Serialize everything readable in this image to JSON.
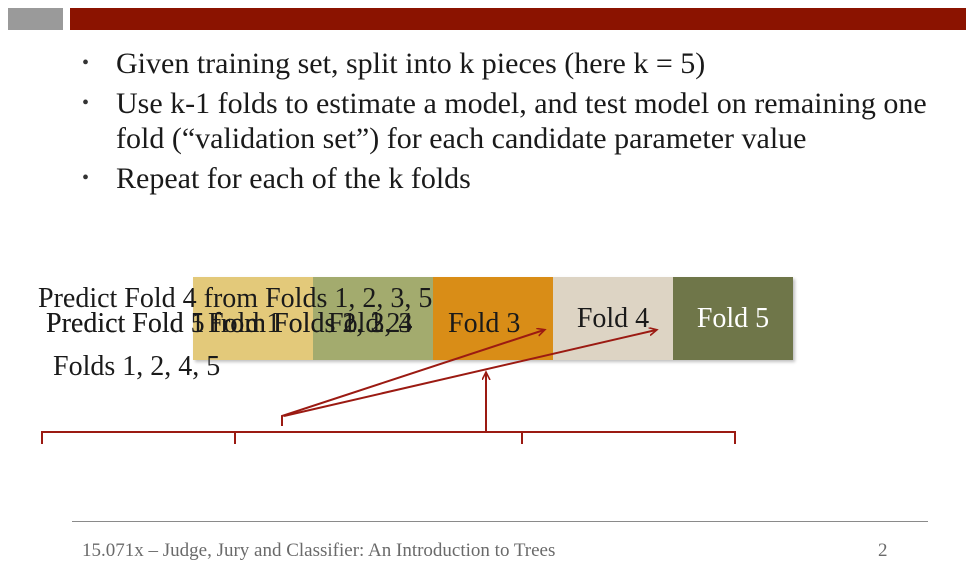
{
  "bullets": [
    "Given training set, split into k pieces (here k = 5)",
    "Use k-1 folds to estimate a model, and test model on remaining one fold (“validation set”) for each candidate parameter value",
    "Repeat for each of the k folds"
  ],
  "folds": [
    {
      "label": "",
      "color": "#e3c97a"
    },
    {
      "label": "",
      "color": "#a3ab6e"
    },
    {
      "label": "",
      "color": "#d98d17"
    },
    {
      "label": "Fold 4",
      "color": "#ddd4c4"
    },
    {
      "label": "Fold 5",
      "color": "#6f7649"
    }
  ],
  "overlay_texts": [
    "Predict Fold 4 from Folds 1, 2, 3, 5",
    "Predict Fold 1 from Folds 2, 3, 4",
    "Predict Fold 5 from Folds 1, 2, 3",
    "Fold 1",
    "Fold 2",
    "Fold 3",
    "Folds 1, 2, 4, 5"
  ],
  "footer": {
    "title": "15.071x – Judge, Jury and Classifier: An Introduction to Trees",
    "page": "2"
  },
  "colors": {
    "accent_red": "#8b1300",
    "arrow": "#9b1a12"
  }
}
